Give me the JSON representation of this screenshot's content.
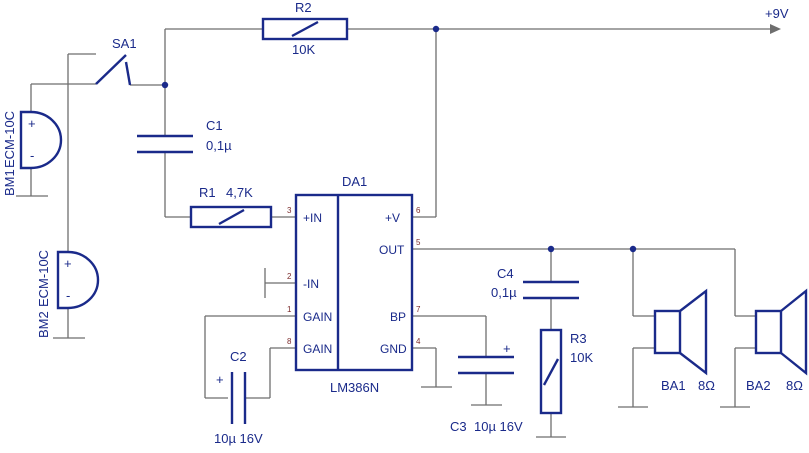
{
  "supply": "+9V",
  "SA1": {
    "ref": "SA1"
  },
  "R2": {
    "ref": "R2",
    "value": "10K"
  },
  "C1": {
    "ref": "C1",
    "value": "0,1µ"
  },
  "R1": {
    "ref": "R1",
    "value": "4,7K"
  },
  "BM1": {
    "ref": "BM1",
    "value": "ECM-10C",
    "plus": "+",
    "minus": "-"
  },
  "BM2": {
    "ref": "BM2",
    "value": "ECM-10C",
    "plus": "+",
    "minus": "-"
  },
  "DA1": {
    "ref": "DA1",
    "part": "LM386N",
    "pins": {
      "in_plus": "+IN",
      "in_minus": "-IN",
      "gain1": "GAIN",
      "gain8": "GAIN",
      "vplus": "+V",
      "out": "OUT",
      "bp": "BP",
      "gnd": "GND"
    },
    "pin_numbers": {
      "in_plus": "3",
      "in_minus": "2",
      "gain1": "1",
      "gain8": "8",
      "vplus": "6",
      "out": "5",
      "bp": "7",
      "gnd": "4"
    }
  },
  "C2": {
    "ref": "C2",
    "value": "10µ 16V",
    "plus": "+"
  },
  "C3": {
    "ref": "C3",
    "value": "10µ 16V",
    "plus": "+"
  },
  "C4": {
    "ref": "C4",
    "value": "0,1µ"
  },
  "R3": {
    "ref": "R3",
    "value": "10K"
  },
  "BA1": {
    "ref": "BA1",
    "value": "8Ω"
  },
  "BA2": {
    "ref": "BA2",
    "value": "8Ω"
  }
}
